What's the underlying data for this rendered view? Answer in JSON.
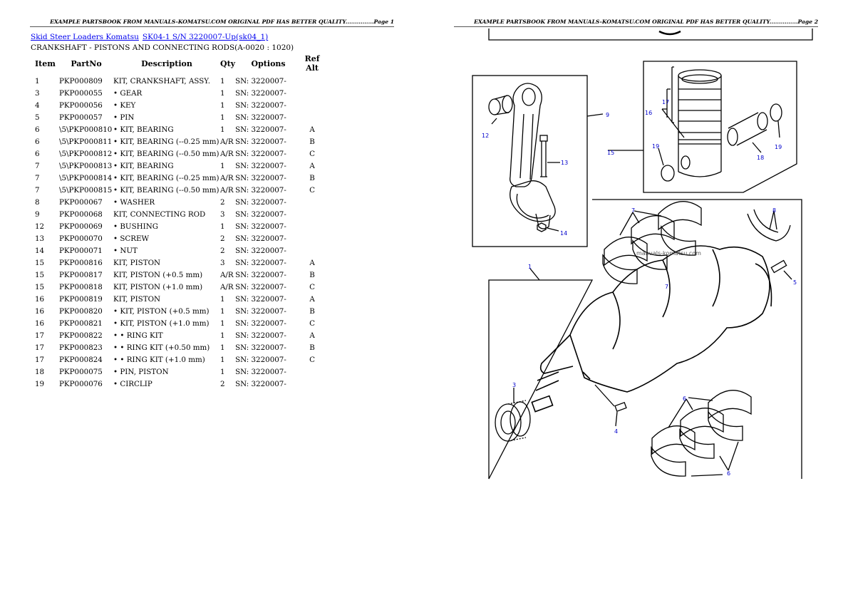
{
  "pages": [
    {
      "header": "EXAMPLE PARTSBOOK FROM MANUALS-KOMATSU.COM ORIGINAL PDF HAS BETTER QUALITY...............Page 1"
    },
    {
      "header": "EXAMPLE PARTSBOOK FROM MANUALS-KOMATSU.COM ORIGINAL PDF HAS BETTER QUALITY...............Page 2"
    }
  ],
  "breadcrumb": {
    "links": [
      "Skid Steer Loaders Komatsu",
      "SK04-1 S/N 3220007-Up(sk04_1)"
    ]
  },
  "section_title": "CRANKSHAFT - PISTONS AND CONNECTING RODS(A-0020 : 1020)",
  "table": {
    "headers": [
      "Item",
      "PartNo",
      "Description",
      "Qty",
      "Options",
      "Ref Alt"
    ],
    "rows": [
      [
        "1",
        "PKP000809",
        "KIT, CRANKSHAFT, ASSY.",
        "1",
        "SN: 3220007-",
        ""
      ],
      [
        "3",
        "PKP000055",
        "• GEAR",
        "1",
        "SN: 3220007-",
        ""
      ],
      [
        "4",
        "PKP000056",
        "• KEY",
        "1",
        "SN: 3220007-",
        ""
      ],
      [
        "5",
        "PKP000057",
        "• PIN",
        "1",
        "SN: 3220007-",
        ""
      ],
      [
        "6",
        "\\5\\PKP000810",
        "• KIT, BEARING",
        "1",
        "SN: 3220007-",
        "A"
      ],
      [
        "6",
        "\\5\\PKP000811",
        "• KIT, BEARING (--0.25 mm)",
        "A/R",
        "SN: 3220007-",
        "B"
      ],
      [
        "6",
        "\\5\\PKP000812",
        "• KIT, BEARING (--0.50 mm)",
        "A/R",
        "SN: 3220007-",
        "C"
      ],
      [
        "7",
        "\\5\\PKP000813",
        "• KIT, BEARING",
        "1",
        "SN: 3220007-",
        "A"
      ],
      [
        "7",
        "\\5\\PKP000814",
        "• KIT, BEARING (--0.25 mm)",
        "A/R",
        "SN: 3220007-",
        "B"
      ],
      [
        "7",
        "\\5\\PKP000815",
        "• KIT, BEARING (--0.50 mm)",
        "A/R",
        "SN: 3220007-",
        "C"
      ],
      [
        "8",
        "PKP000067",
        "• WASHER",
        "2",
        "SN: 3220007-",
        ""
      ],
      [
        "9",
        "PKP000068",
        "KIT, CONNECTING ROD",
        "3",
        "SN: 3220007-",
        ""
      ],
      [
        "12",
        "PKP000069",
        "• BUSHING",
        "1",
        "SN: 3220007-",
        ""
      ],
      [
        "13",
        "PKP000070",
        "• SCREW",
        "2",
        "SN: 3220007-",
        ""
      ],
      [
        "14",
        "PKP000071",
        "• NUT",
        "2",
        "SN: 3220007-",
        ""
      ],
      [
        "15",
        "PKP000816",
        "KIT, PISTON",
        "3",
        "SN: 3220007-",
        "A"
      ],
      [
        "15",
        "PKP000817",
        "KIT, PISTON (+0.5 mm)",
        "A/R",
        "SN: 3220007-",
        "B"
      ],
      [
        "15",
        "PKP000818",
        "KIT, PISTON (+1.0 mm)",
        "A/R",
        "SN: 3220007-",
        "C"
      ],
      [
        "16",
        "PKP000819",
        "KIT, PISTON",
        "1",
        "SN: 3220007-",
        "A"
      ],
      [
        "16",
        "PKP000820",
        "• KIT, PISTON (+0.5 mm)",
        "1",
        "SN: 3220007-",
        "B"
      ],
      [
        "16",
        "PKP000821",
        "• KIT, PISTON (+1.0 mm)",
        "1",
        "SN: 3220007-",
        "C"
      ],
      [
        "17",
        "PKP000822",
        "• • RING KIT",
        "1",
        "SN: 3220007-",
        "A"
      ],
      [
        "17",
        "PKP000823",
        "• • RING KIT (+0.50 mm)",
        "1",
        "SN: 3220007-",
        "B"
      ],
      [
        "17",
        "PKP000824",
        "• • RING KIT (+1.0 mm)",
        "1",
        "SN: 3220007-",
        "C"
      ],
      [
        "18",
        "PKP000075",
        "• PIN, PISTON",
        "1",
        "SN: 3220007-",
        ""
      ],
      [
        "19",
        "PKP000076",
        "• CIRCLIP",
        "2",
        "SN: 3220007-",
        ""
      ]
    ]
  },
  "diagram": {
    "watermark": "manuals-komatsu.com",
    "callouts": [
      "9",
      "12",
      "13",
      "14",
      "15",
      "16",
      "17",
      "18",
      "19",
      "19",
      "7",
      "7",
      "8",
      "1",
      "5",
      "3",
      "4",
      "6",
      "6"
    ]
  }
}
